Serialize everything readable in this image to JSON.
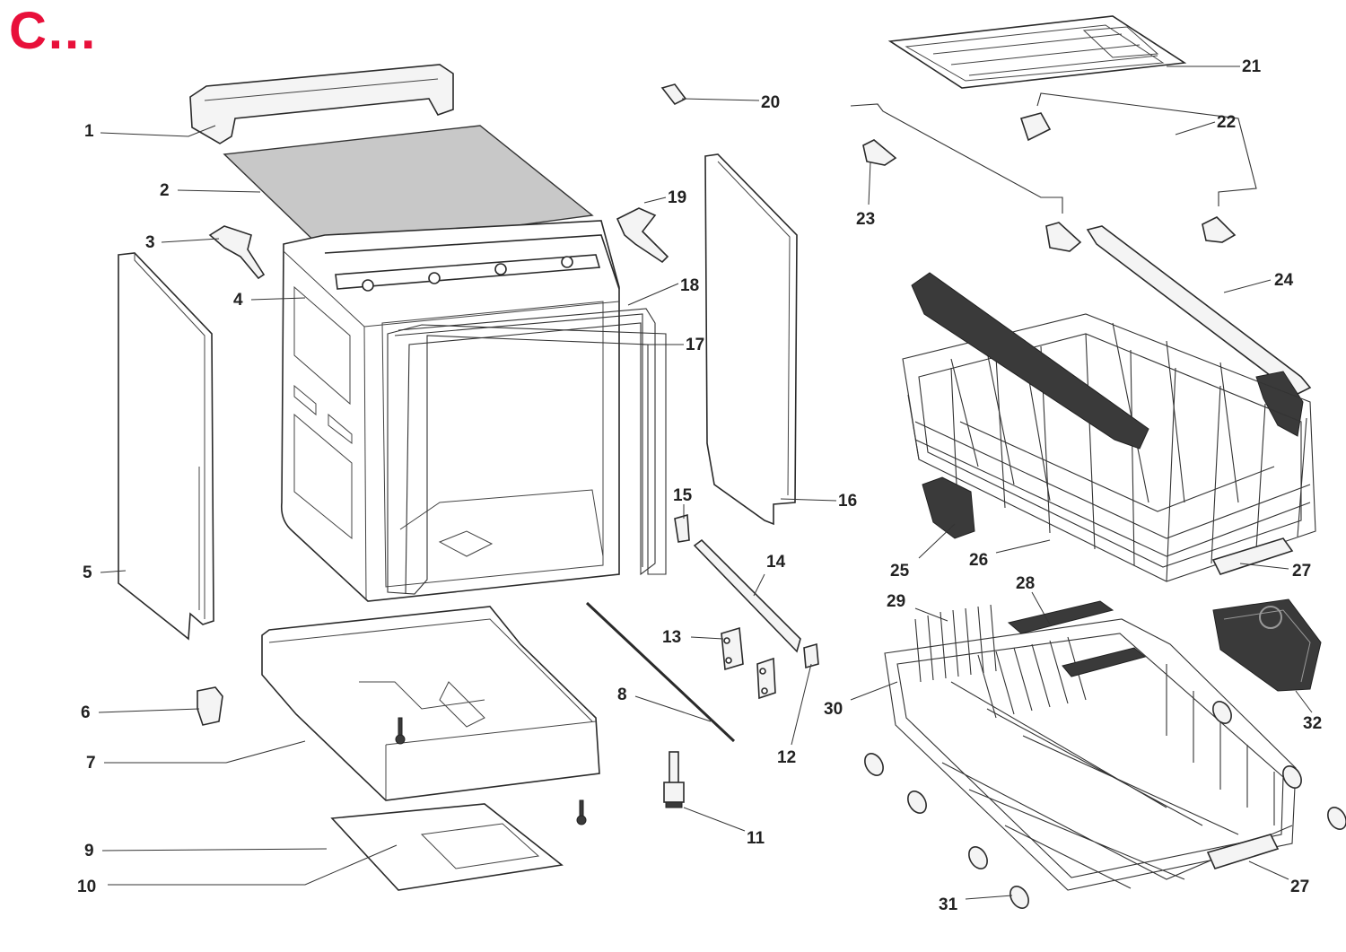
{
  "title": "C...",
  "colors": {
    "title": "#e8103a",
    "line": "#2a2a2a",
    "panel_fill": "#c8c8c8"
  },
  "callouts": [
    "1",
    "2",
    "3",
    "4",
    "5",
    "6",
    "7",
    "8",
    "9",
    "10",
    "11",
    "12",
    "13",
    "14",
    "15",
    "16",
    "17",
    "18",
    "19",
    "20",
    "21",
    "22",
    "23",
    "24",
    "25",
    "26",
    "27",
    "27",
    "28",
    "29",
    "30",
    "31",
    "32"
  ]
}
